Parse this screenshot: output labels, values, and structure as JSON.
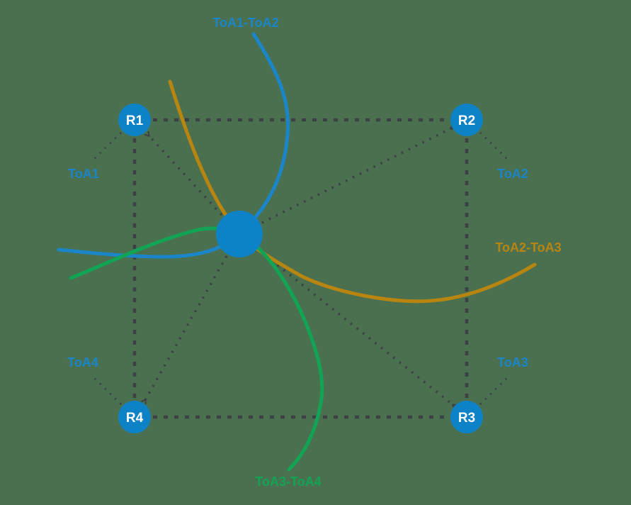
{
  "diagram": {
    "background": "#4a7050",
    "dash_color": "#3d4145",
    "node": {
      "fill": "#0d82c6",
      "text_color": "#ffffff"
    },
    "nodes": {
      "r1": {
        "label": "R1"
      },
      "r2": {
        "label": "R2"
      },
      "r3": {
        "label": "R3"
      },
      "r4": {
        "label": "R4"
      }
    },
    "curves": {
      "blue": {
        "label": "ToA1-ToA2",
        "color": "#1a86c9"
      },
      "orange": {
        "label": "ToA2-ToA3",
        "color": "#b98511"
      },
      "green": {
        "label": "ToA3-ToA4",
        "color": "#12a455"
      }
    },
    "anchor_labels": {
      "toa1": {
        "label": "ToA1",
        "color": "#1a86c9"
      },
      "toa2": {
        "label": "ToA2",
        "color": "#1a86c9"
      },
      "toa3": {
        "label": "ToA3",
        "color": "#1a86c9"
      },
      "toa4": {
        "label": "ToA4",
        "color": "#1a86c9"
      }
    }
  }
}
